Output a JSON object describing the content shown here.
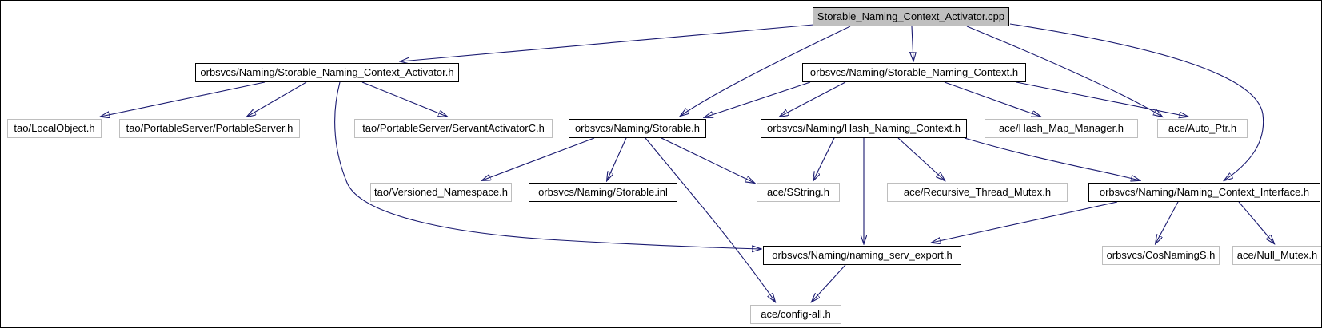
{
  "diagram": {
    "type": "include-dependency-graph",
    "edge_color": "#191970",
    "root_fill": "#bfbfbf",
    "node_fill": "#ffffff",
    "documented_border": "#000000",
    "external_border": "#bebebe"
  },
  "nodes": {
    "cpp": {
      "label": "Storable_Naming_Context_Activator.cpp",
      "kind": "root"
    },
    "activator_h": {
      "label": "orbsvcs/Naming/Storable_Naming_Context_Activator.h",
      "kind": "documented"
    },
    "snc_h": {
      "label": "orbsvcs/Naming/Storable_Naming_Context.h",
      "kind": "documented"
    },
    "local_object": {
      "label": "tao/LocalObject.h",
      "kind": "external"
    },
    "portable_server": {
      "label": "tao/PortableServer/PortableServer.h",
      "kind": "external"
    },
    "servant_activator": {
      "label": "tao/PortableServer/ServantActivatorC.h",
      "kind": "external"
    },
    "storable_h": {
      "label": "orbsvcs/Naming/Storable.h",
      "kind": "documented"
    },
    "hash_naming": {
      "label": "orbsvcs/Naming/Hash_Naming_Context.h",
      "kind": "documented"
    },
    "hash_map_mgr": {
      "label": "ace/Hash_Map_Manager.h",
      "kind": "external"
    },
    "auto_ptr": {
      "label": "ace/Auto_Ptr.h",
      "kind": "external"
    },
    "versioned_ns": {
      "label": "tao/Versioned_Namespace.h",
      "kind": "external"
    },
    "storable_inl": {
      "label": "orbsvcs/Naming/Storable.inl",
      "kind": "documented"
    },
    "sstring": {
      "label": "ace/SString.h",
      "kind": "external"
    },
    "recursive_mutex": {
      "label": "ace/Recursive_Thread_Mutex.h",
      "kind": "external"
    },
    "nci": {
      "label": "orbsvcs/Naming/Naming_Context_Interface.h",
      "kind": "documented"
    },
    "naming_serv_export": {
      "label": "orbsvcs/Naming/naming_serv_export.h",
      "kind": "documented"
    },
    "cosnaming_s": {
      "label": "orbsvcs/CosNamingS.h",
      "kind": "external"
    },
    "null_mutex": {
      "label": "ace/Null_Mutex.h",
      "kind": "external"
    },
    "config_all": {
      "label": "ace/config-all.h",
      "kind": "external"
    }
  },
  "edges": [
    {
      "from": "cpp",
      "to": "activator_h"
    },
    {
      "from": "cpp",
      "to": "storable_h"
    },
    {
      "from": "cpp",
      "to": "snc_h"
    },
    {
      "from": "cpp",
      "to": "auto_ptr"
    },
    {
      "from": "cpp",
      "to": "nci"
    },
    {
      "from": "activator_h",
      "to": "local_object"
    },
    {
      "from": "activator_h",
      "to": "portable_server"
    },
    {
      "from": "activator_h",
      "to": "servant_activator"
    },
    {
      "from": "activator_h",
      "to": "naming_serv_export"
    },
    {
      "from": "snc_h",
      "to": "storable_h"
    },
    {
      "from": "snc_h",
      "to": "hash_naming"
    },
    {
      "from": "snc_h",
      "to": "hash_map_mgr"
    },
    {
      "from": "snc_h",
      "to": "auto_ptr"
    },
    {
      "from": "storable_h",
      "to": "versioned_ns"
    },
    {
      "from": "storable_h",
      "to": "storable_inl"
    },
    {
      "from": "storable_h",
      "to": "sstring"
    },
    {
      "from": "storable_h",
      "to": "config_all"
    },
    {
      "from": "hash_naming",
      "to": "sstring"
    },
    {
      "from": "hash_naming",
      "to": "recursive_mutex"
    },
    {
      "from": "hash_naming",
      "to": "naming_serv_export"
    },
    {
      "from": "hash_naming",
      "to": "nci"
    },
    {
      "from": "nci",
      "to": "naming_serv_export"
    },
    {
      "from": "nci",
      "to": "cosnaming_s"
    },
    {
      "from": "nci",
      "to": "null_mutex"
    },
    {
      "from": "naming_serv_export",
      "to": "config_all"
    }
  ]
}
